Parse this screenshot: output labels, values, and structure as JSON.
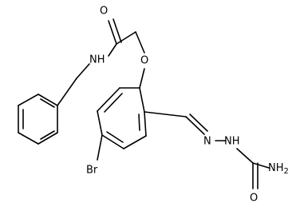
{
  "molecule": {
    "atoms": {
      "o_carbonyl_amide": "O",
      "n_amide": "NH",
      "o_ether": "O",
      "br": "Br",
      "n_imine": "N",
      "nh_hydrazide": "NH",
      "nh2_terminal": "NH2",
      "o_carbonyl_urea": "O"
    }
  }
}
